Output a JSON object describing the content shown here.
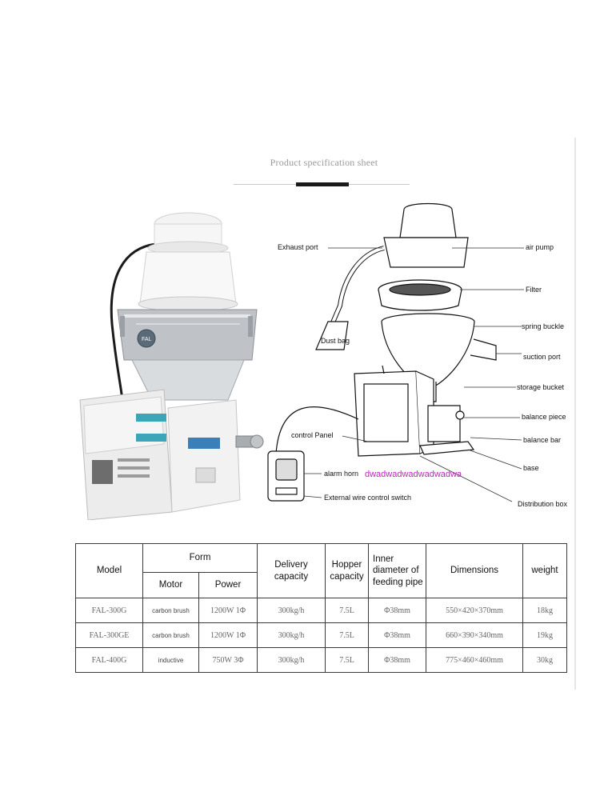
{
  "header": {
    "title": "Product specification sheet"
  },
  "diagram_labels": {
    "exhaust_port": "Exhaust port",
    "air_pump": "air pump",
    "filter": "Filter",
    "spring_buckle": "spring buckle",
    "dust_bag": "Dust bag",
    "suction_port": "suction port",
    "storage_bucket": "storage bucket",
    "balance_piece": "balance piece",
    "control_panel": "control Panel",
    "balance_bar": "balance bar",
    "base": "base",
    "alarm_horn": "alarm horn",
    "external_switch": "External wire control switch",
    "distribution_box": "Distribution box"
  },
  "watermark": "dwadwadwadwadwadwa",
  "table": {
    "headers": {
      "model": "Model",
      "form": "Form",
      "motor": "Motor",
      "power": "Power",
      "delivery": "Delivery capacity",
      "hopper": "Hopper capacity",
      "inner": "Inner diameter of feeding pipe",
      "dimensions": "Dimensions",
      "weight": "weight"
    },
    "rows": [
      {
        "model": "FAL-300G",
        "motor": "carbon brush",
        "power": "1200W 1Φ",
        "delivery": "300kg/h",
        "hopper": "7.5L",
        "inner": "Φ38mm",
        "dimensions": "550×420×370mm",
        "weight": "18kg"
      },
      {
        "model": "FAL-300GE",
        "motor": "carbon brush",
        "power": "1200W 1Φ",
        "delivery": "300kg/h",
        "hopper": "7.5L",
        "inner": "Φ38mm",
        "dimensions": "660×390×340mm",
        "weight": "19kg"
      },
      {
        "model": "FAL-400G",
        "motor": "inductive",
        "power": "750W 3Φ",
        "delivery": "300kg/h",
        "hopper": "7.5L",
        "inner": "Φ38mm",
        "dimensions": "775×460×460mm",
        "weight": "30kg"
      }
    ]
  }
}
